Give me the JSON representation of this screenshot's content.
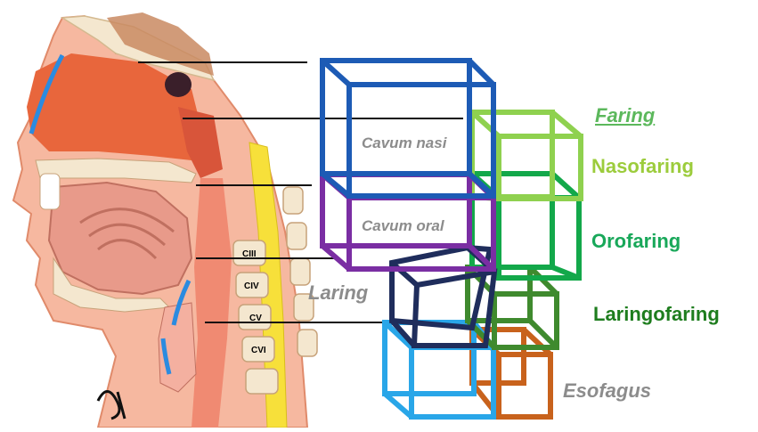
{
  "labels": {
    "faring": "Faring",
    "nasofaring": "Nasofaring",
    "orofaring": "Orofaring",
    "laringofaring": "Laringofaring",
    "cavum_nasi": "Cavum nasi",
    "cavum_oral": "Cavum oral",
    "laring": "Laring",
    "esofagus": "Esofagus"
  },
  "vertebrae": [
    "CIII",
    "CIV",
    "CV",
    "CVI"
  ],
  "colors": {
    "cavum_nasi": "#1d5bb5",
    "cavum_oral": "#7a2ea3",
    "nasofaring": "#8fd14f",
    "orofaring": "#13a84a",
    "laringofaring": "#3f8a2e",
    "laring": "#1f2d5c",
    "esofagus_front": "#29a6e8",
    "esofagus_back": "#c8621c",
    "faring_text": "#5cb85c",
    "nasofaring_text": "#9ccc3c",
    "orofaring_text": "#19a85a",
    "laringofaring_text": "#1e7d1e",
    "grey_text": "#8c8c8c",
    "spine_yellow": "#f7e03a",
    "skin": "#f2a58c",
    "tissue": "#e8663c"
  }
}
